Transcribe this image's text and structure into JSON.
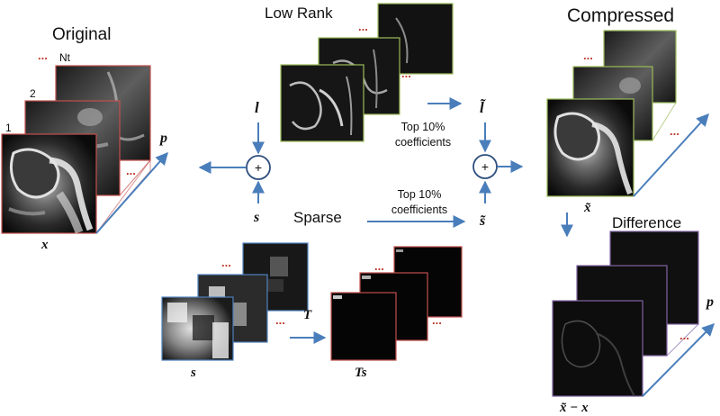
{
  "titles": {
    "original": "Original",
    "low_rank": "Low Rank",
    "compressed": "Compressed",
    "sparse": "Sparse",
    "difference": "Difference"
  },
  "frame_labels": {
    "first": "1",
    "second": "2",
    "last": "Nt",
    "ellipsis": "..."
  },
  "math": {
    "x": "x",
    "p": "p",
    "l": "l",
    "s": "s",
    "l_tilde": "l̃",
    "s_tilde": "s̃",
    "x_tilde": "x̃",
    "T": "T",
    "Ts": "Ts",
    "diff": "x̃ − x",
    "plus": "+"
  },
  "annotations": {
    "top_lowrank_line1": "Top 10%",
    "top_lowrank_line2": "coefficients",
    "top_sparse_line1": "Top 10%",
    "top_sparse_line2": "coefficients"
  },
  "colors": {
    "arrow": "#4a7ebb",
    "frame_original": "#c0504d",
    "frame_lowrank": "#9bbb59",
    "frame_compressed": "#9bbb59",
    "frame_sparse": "#4f81bd",
    "frame_diff": "#8064a2",
    "ellipsis": "#c0392b"
  }
}
